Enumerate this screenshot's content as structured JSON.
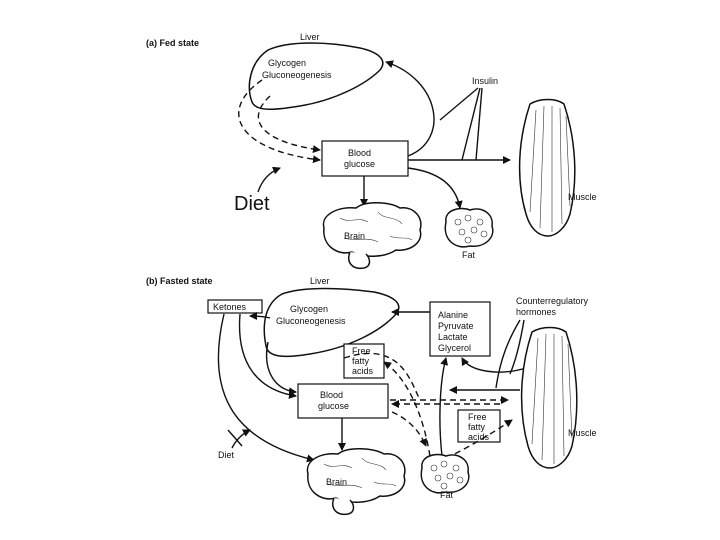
{
  "fed": {
    "title": "(a) Fed state",
    "liver": "Liver",
    "glycogen": "Glycogen",
    "gluconeogenesis": "Gluconeogenesis",
    "insulin": "Insulin",
    "blood": "Blood",
    "glucose": "glucose",
    "diet": "Diet",
    "brain": "Brain",
    "fat": "Fat",
    "muscle": "Muscle"
  },
  "fasted": {
    "title": "(b) Fasted state",
    "liver": "Liver",
    "ketones": "Ketones",
    "glycogen": "Glycogen",
    "gluconeogenesis": "Gluconeogenesis",
    "ffa_liver": [
      "Free",
      "fatty",
      "acids"
    ],
    "substrates": [
      "Alanine",
      "Pyruvate",
      "Lactate",
      "Glycerol"
    ],
    "hormones": [
      "Counterregulatory",
      "hormones"
    ],
    "blood": "Blood",
    "glucose": "glucose",
    "ffa_muscle": [
      "Free",
      "fatty",
      "acids"
    ],
    "diet": "Diet",
    "brain": "Brain",
    "fat": "Fat",
    "muscle": "Muscle"
  }
}
